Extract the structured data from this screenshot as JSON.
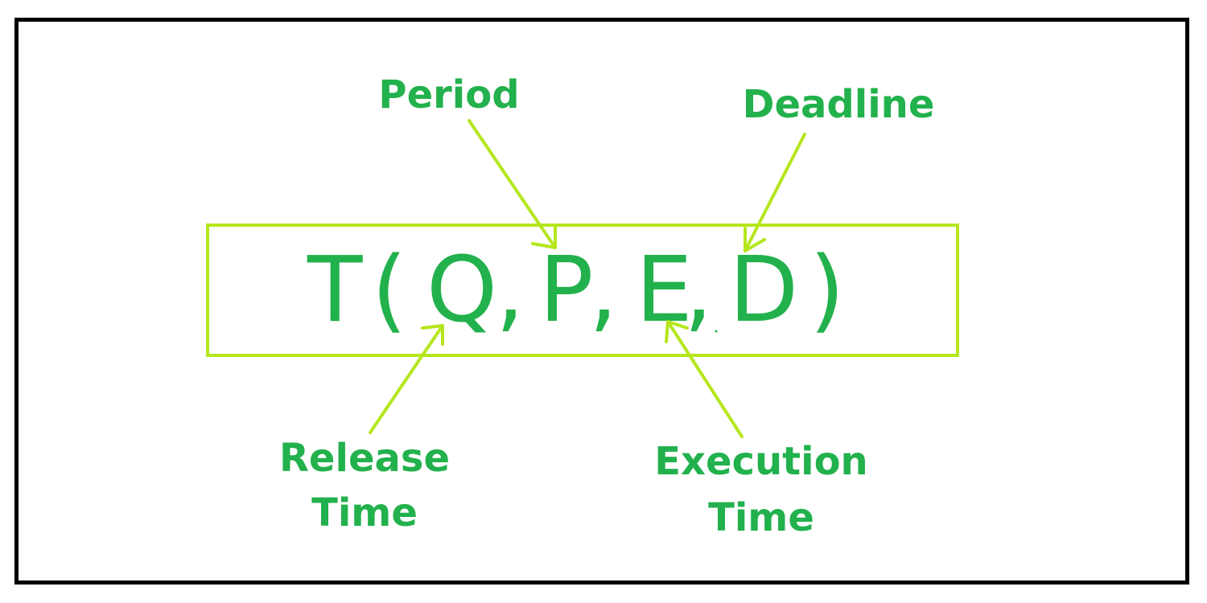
{
  "formula": {
    "t": "T",
    "open_paren": "(",
    "q": "Q",
    "comma1": ",",
    "p": "P",
    "comma2": ",",
    "e": "E",
    "comma3": ",",
    "d": "D",
    "close_paren": ")"
  },
  "labels": {
    "period": "Period",
    "deadline": "Deadline",
    "release_line1": "Release",
    "release_line2": "Time",
    "execution_line1": "Execution",
    "execution_line2": "Time"
  },
  "colors": {
    "text": "#22b14c",
    "accent": "#b5e61d",
    "frame": "#000000"
  }
}
